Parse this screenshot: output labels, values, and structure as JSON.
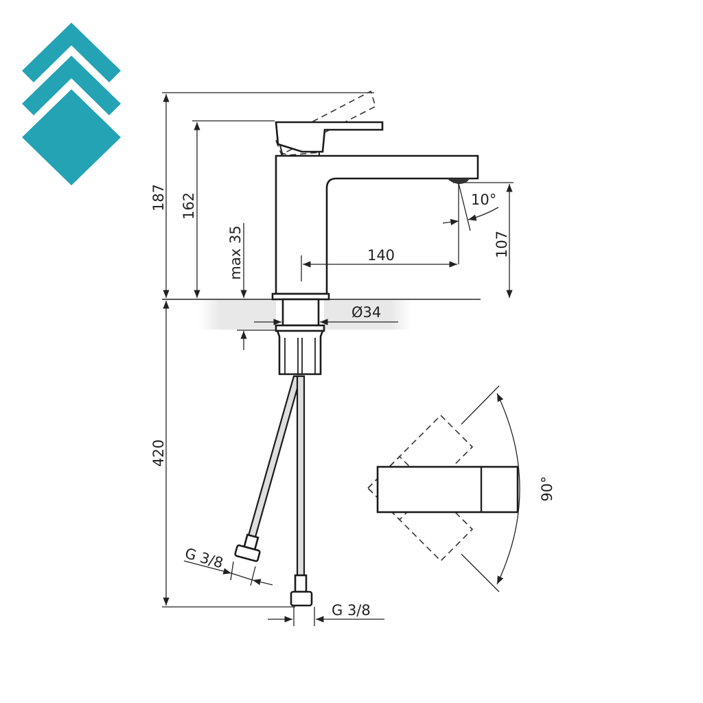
{
  "logo": {
    "name": "brand-logo",
    "color": "#23a3b3"
  },
  "drawing": {
    "title": "Basin mixer technical drawing",
    "dimensions": {
      "total_height": "187",
      "body_height": "162",
      "max_countertop": "max 35",
      "spout_reach": "140",
      "spout_height": "107",
      "spout_angle": "10°",
      "base_diameter": "Ø34",
      "hose_length": "420",
      "hose_thread_left": "G 3/8",
      "hose_thread_right": "G 3/8",
      "lever_rotation": "90°"
    },
    "colors": {
      "line": "#1a1a1a",
      "hose_fill": "#dedede",
      "countertop": "#e6e6e6",
      "accent": "#23a3b3"
    }
  }
}
